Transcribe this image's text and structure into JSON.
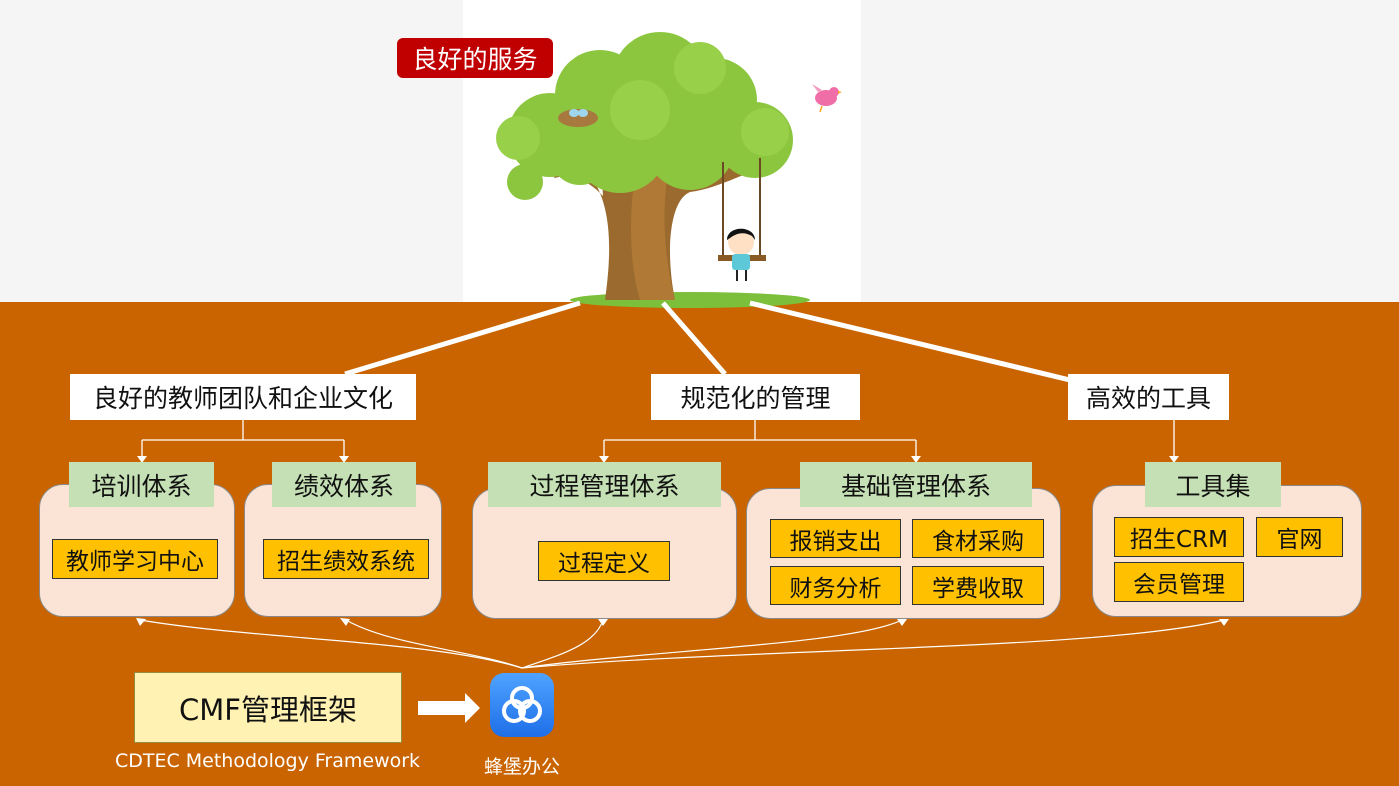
{
  "top_badge": "良好的服务",
  "pillars": [
    {
      "label": "良好的教师团队和企业文化",
      "systems": [
        {
          "tab": "培训体系",
          "items": [
            "教师学习中心"
          ]
        },
        {
          "tab": "绩效体系",
          "items": [
            "招生绩效系统"
          ]
        }
      ]
    },
    {
      "label": "规范化的管理",
      "systems": [
        {
          "tab": "过程管理体系",
          "items": [
            "过程定义"
          ]
        },
        {
          "tab": "基础管理体系",
          "items": [
            "报销支出",
            "食材采购",
            "财务分析",
            "学费收取"
          ]
        }
      ]
    },
    {
      "label": "高效的工具",
      "systems": [
        {
          "tab": "工具集",
          "items": [
            "招生CRM",
            "官网",
            "会员管理"
          ]
        }
      ]
    }
  ],
  "framework": {
    "name": "CMF管理框架",
    "caption": "CDTEC Methodology Framework"
  },
  "app": {
    "name": "蜂堡办公",
    "icon": "fengbao-office-logo-icon"
  },
  "colors": {
    "ground": "#c96400",
    "panel": "#fbe4d6",
    "tab": "#c5e0b4",
    "item": "#ffc000",
    "badge": "#c00000",
    "framework": "#fff2b3",
    "app_icon": "#2a7ff0"
  }
}
